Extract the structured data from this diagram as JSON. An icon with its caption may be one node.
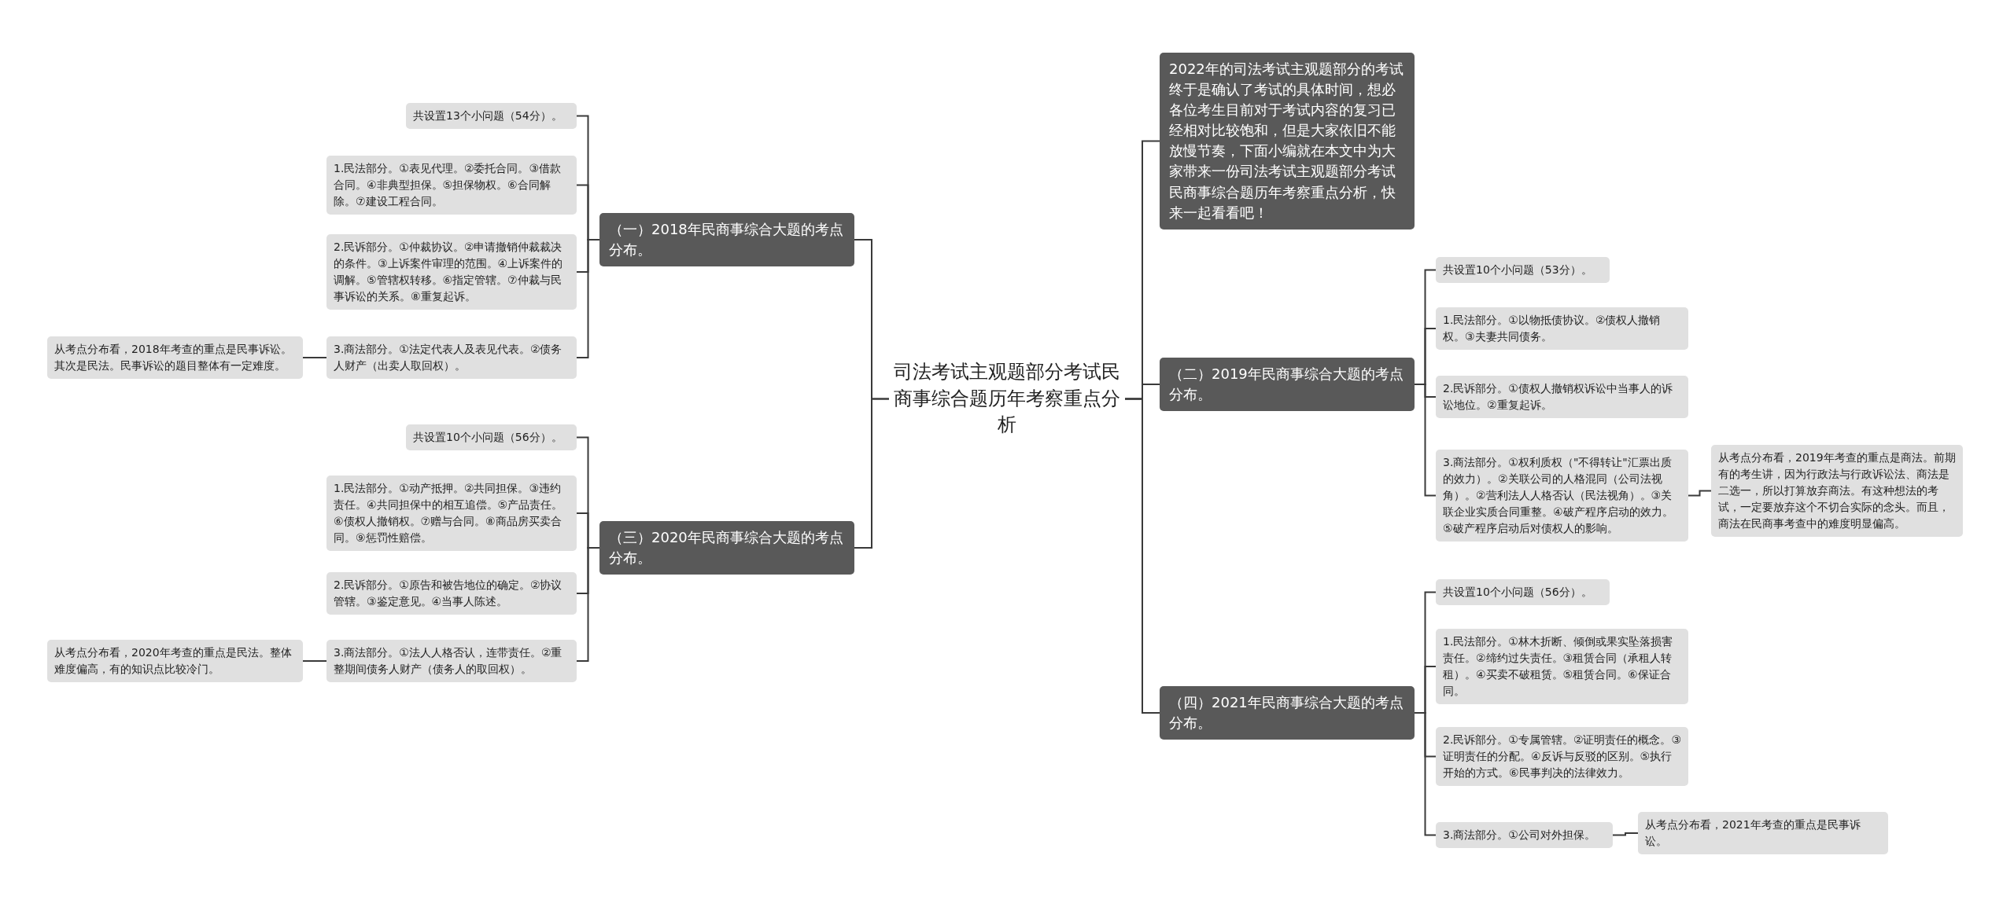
{
  "diagram": {
    "nodes": [
      {
        "text": [
          "司法考试主观题部分考试民商事综合题历年考察重点分析"
        ]
      },
      {
        "text": [
          "（一）2018年民商事综合大题的考点分布。"
        ]
      },
      {
        "text": [
          "共设置13个小问题（54分）。"
        ]
      },
      {
        "text": [
          "1.民法部分。①表见代理。②委托合同。③借款合同。④非典型担保。⑤担保物权。⑥合同解除。⑦建设工程合同。"
        ]
      },
      {
        "text": [
          "2.民诉部分。①仲裁协议。②申请撤销仲裁裁决的条件。③上诉案件审理的范围。④上诉案件的调解。⑤管辖权转移。⑥指定管辖。⑦仲裁与民事诉讼的关系。⑧重复起诉。"
        ]
      },
      {
        "text": [
          "3.商法部分。①法定代表人及表见代表。②债务人财产（出卖人取回权）。"
        ]
      },
      {
        "text": [
          "从考点分布看，2018年考查的重点是民事诉讼。其次是民法。民事诉讼的题目整体有一定难度。"
        ]
      },
      {
        "text": [
          "（三）2020年民商事综合大题的考点分布。"
        ]
      },
      {
        "text": [
          "共设置10个小问题（56分）。"
        ]
      },
      {
        "text": [
          "1.民法部分。①动产抵押。②共同担保。③违约责任。④共同担保中的相互追偿。⑤产品责任。⑥债权人撤销权。⑦赠与合同。⑧商品房买卖合同。⑨惩罚性赔偿。"
        ]
      },
      {
        "text": [
          "2.民诉部分。①原告和被告地位的确定。②协议管辖。③鉴定意见。④当事人陈述。"
        ]
      },
      {
        "text": [
          "3.商法部分。①法人人格否认，连带责任。②重整期间债务人财产（债务人的取回权）。"
        ]
      },
      {
        "text": [
          "从考点分布看，2020年考查的重点是民法。整体难度偏高，有的知识点比较冷门。"
        ]
      },
      {
        "text": [
          "2022年的司法考试主观题部分的考试终于是确认了考试的具体时间，想必各位考生目前对于考试内容的复习已经相对比较饱和，但是大家依旧不能放慢节奏，下面小编就在本文中为大家带来一份司法考试主观题部分考试民商事综合题历年考察重点分析，快来一起看看吧！"
        ]
      },
      {
        "text": [
          "（二）2019年民商事综合大题的考点分布。"
        ]
      },
      {
        "text": [
          "共设置10个小问题（53分）。"
        ]
      },
      {
        "text": [
          "1.民法部分。①以物抵债协议。②债权人撤销权。③夫妻共同债务。"
        ]
      },
      {
        "text": [
          "2.民诉部分。①债权人撤销权诉讼中当事人的诉讼地位。②重复起诉。"
        ]
      },
      {
        "text": [
          "3.商法部分。①权利质权（\"不得转让\"汇票出质的效力）。②关联公司的人格混同（公司法视角）。②营利法人人格否认（民法视角）。③关联企业实质合同重整。④破产程序启动的效力。⑤破产程序启动后对债权人的影响。"
        ]
      },
      {
        "text": [
          "从考点分布看，2019年考查的重点是商法。前期有的考生讲，因为行政法与行政诉讼法、商法是二选一，所以打算放弃商法。有这种想法的考试，一定要放弃这个不切合实际的念头。而且，商法在民商事考查中的难度明显偏高。"
        ]
      },
      {
        "text": [
          "（四）2021年民商事综合大题的考点分布。"
        ]
      },
      {
        "text": [
          "共设置10个小问题（56分）。"
        ]
      },
      {
        "text": [
          "1.民法部分。①林木折断、倾倒或果实坠落损害责任。②缔约过失责任。③租赁合同（承租人转租）。④买卖不破租赁。⑤租赁合同。⑥保证合同。"
        ]
      },
      {
        "text": [
          "2.民诉部分。①专属管辖。②证明责任的概念。③证明责任的分配。④反诉与反驳的区别。⑤执行开始的方式。⑥民事判决的法律效力。"
        ]
      },
      {
        "text": [
          "3.商法部分。①公司对外担保。"
        ]
      },
      {
        "text": [
          "从考点分布看，2021年考查的重点是民事诉讼。"
        ]
      }
    ],
    "edges": [
      {
        "from": 0,
        "to": 1,
        "arrow": "none"
      },
      {
        "from": 1,
        "to": 2,
        "arrow": "none"
      },
      {
        "from": 1,
        "to": 3,
        "arrow": "none"
      },
      {
        "from": 1,
        "to": 4,
        "arrow": "none"
      },
      {
        "from": 1,
        "to": 5,
        "arrow": "none"
      },
      {
        "from": 5,
        "to": 6,
        "arrow": "none"
      },
      {
        "from": 0,
        "to": 7,
        "arrow": "none"
      },
      {
        "from": 7,
        "to": 8,
        "arrow": "none"
      },
      {
        "from": 7,
        "to": 9,
        "arrow": "none"
      },
      {
        "from": 7,
        "to": 10,
        "arrow": "none"
      },
      {
        "from": 7,
        "to": 11,
        "arrow": "none"
      },
      {
        "from": 11,
        "to": 12,
        "arrow": "none"
      },
      {
        "from": 0,
        "to": 13,
        "arrow": "none"
      },
      {
        "from": 0,
        "to": 14,
        "arrow": "none"
      },
      {
        "from": 14,
        "to": 15,
        "arrow": "none"
      },
      {
        "from": 14,
        "to": 16,
        "arrow": "none"
      },
      {
        "from": 14,
        "to": 17,
        "arrow": "none"
      },
      {
        "from": 14,
        "to": 18,
        "arrow": "none"
      },
      {
        "from": 18,
        "to": 19,
        "arrow": "none"
      },
      {
        "from": 0,
        "to": 20,
        "arrow": "none"
      },
      {
        "from": 20,
        "to": 21,
        "arrow": "none"
      },
      {
        "from": 20,
        "to": 22,
        "arrow": "none"
      },
      {
        "from": 20,
        "to": 23,
        "arrow": "none"
      },
      {
        "from": 20,
        "to": 24,
        "arrow": "none"
      },
      {
        "from": 24,
        "to": 25,
        "arrow": "none"
      }
    ]
  }
}
